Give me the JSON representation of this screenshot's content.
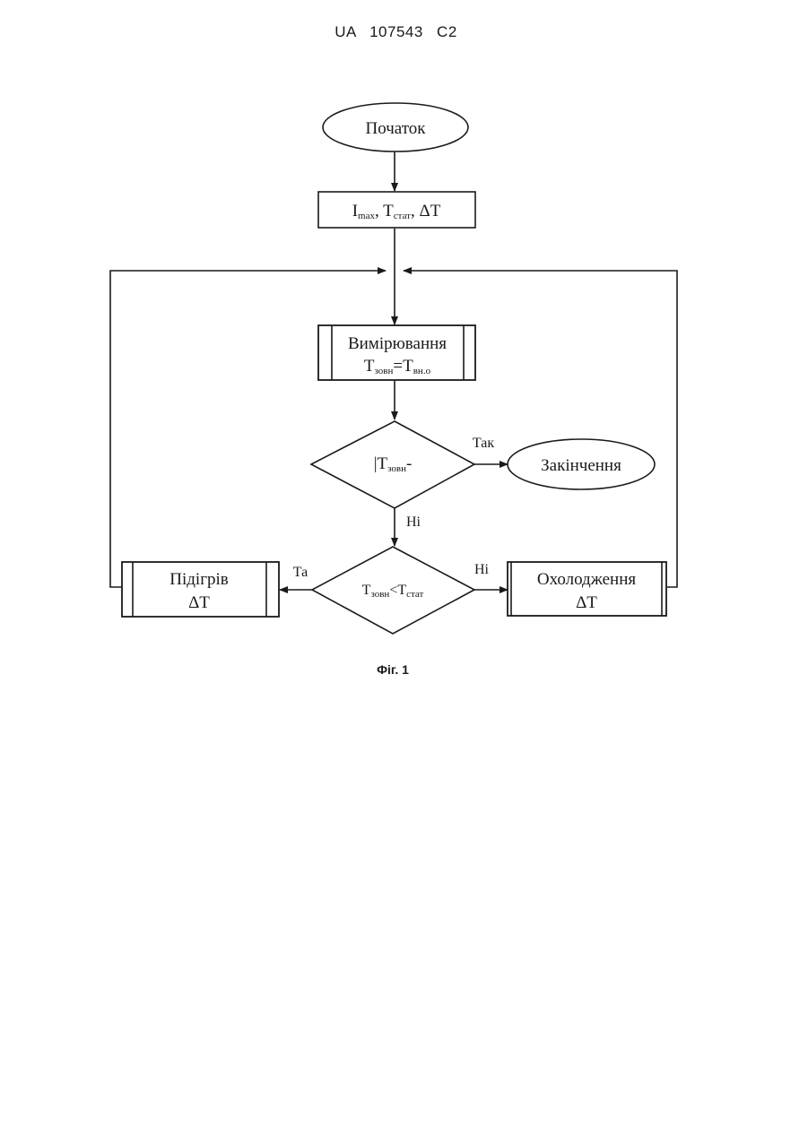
{
  "header": {
    "patent": "UA   107543   C2"
  },
  "diagram": {
    "start": "Початок",
    "input": {
      "i": "I",
      "i_sub": "max",
      "t": "T",
      "t_sub": "стат",
      "sep": ",",
      "delta": "ΔT"
    },
    "measure": {
      "line1": "Вимірювання",
      "t": "T",
      "t_sub": "зовн",
      "eq": "=T",
      "eq_sub": "вн.о"
    },
    "decision1": {
      "prefix": "|T",
      "sub": "зовн",
      "suffix": "-"
    },
    "end": "Закінчення",
    "decision2": {
      "t1": "T",
      "t1_sub": "зовн",
      "lt": "<T",
      "t2_sub": "стат"
    },
    "heating": {
      "line1": "Підігрів",
      "line2": "ΔT"
    },
    "cooling": {
      "line1": "Охолодження",
      "line2": "ΔT"
    },
    "labels": {
      "yes1": "Так",
      "no1": "Ні",
      "yes2": "Та",
      "no2": "Ні"
    }
  },
  "caption": "Фіг. 1"
}
